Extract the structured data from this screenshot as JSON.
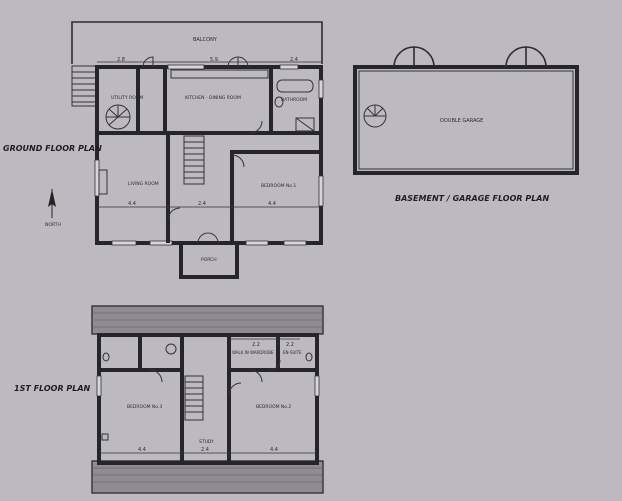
{
  "titles": {
    "ground": "GROUND FLOOR PLAN",
    "basement": "BASEMENT / GARAGE FLOOR PLAN",
    "first": "1ST FLOOR PLAN",
    "north": "NORTH"
  },
  "ground": {
    "balcony": "BALCONY",
    "utility": "UTILITY ROOM",
    "kitchen": "KITCHEN - DINING ROOM",
    "bathroom": "BATHROOM",
    "living": "LIVING ROOM",
    "bedroom1": "BEDROOM No.1",
    "porch": "PORCH",
    "d_util": "2.8",
    "d_kitchen": "5.9",
    "d_bath": "2.4",
    "d_left": "4.4",
    "d_mid": "2.4",
    "d_right": "4.4"
  },
  "basement": {
    "garage": "DOUBLE GARAGE"
  },
  "first": {
    "bedroom3": "BEDROOM No.3",
    "bedroom2": "BEDROOM No.2",
    "wardrobe": "WALK IN WARDROBE",
    "ensuite": "EN-SUITE",
    "study": "STUDY",
    "d_left": "4.4",
    "d_mid": "2.4",
    "d_right": "4.4",
    "d_ward": "2.2",
    "d_ens": "2.2"
  }
}
